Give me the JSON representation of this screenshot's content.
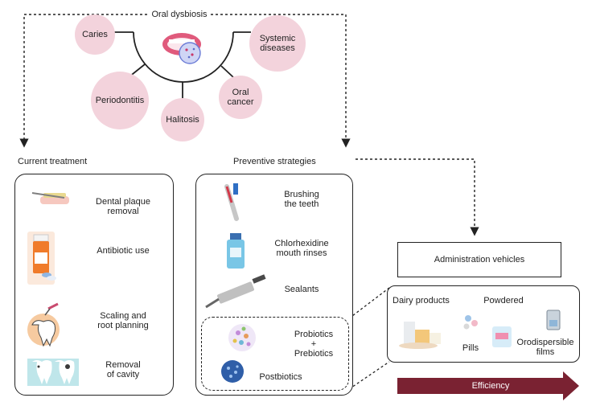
{
  "top": {
    "title": "Oral dysbiosis",
    "conditions": {
      "caries": "Caries",
      "systemic": [
        "Systemic",
        "diseases"
      ],
      "periodontitis": "Periodontitis",
      "halitosis": "Halitosis",
      "oral_cancer": [
        "Oral",
        "cancer"
      ]
    }
  },
  "current_treatment": {
    "heading": "Current treatment",
    "items": [
      {
        "lines": [
          "Dental plaque",
          "removal"
        ],
        "icon": "dental-plaque-scraper-icon"
      },
      {
        "lines": [
          "Antibiotic use"
        ],
        "icon": "pill-bottle-icon"
      },
      {
        "lines": [
          "Scaling and",
          "root planning"
        ],
        "icon": "tooth-scaling-icon"
      },
      {
        "lines": [
          "Removal",
          "of cavity"
        ],
        "icon": "teeth-cavity-icon"
      }
    ]
  },
  "preventive": {
    "heading": "Preventive strategies",
    "items": [
      {
        "lines": [
          "Brushing",
          "the teeth"
        ],
        "icon": "toothbrush-icon"
      },
      {
        "lines": [
          "Chlorhexidine",
          "mouth rinses"
        ],
        "icon": "mouthwash-bottle-icon"
      },
      {
        "lines": [
          "Sealants"
        ],
        "icon": "sealant-gun-icon"
      }
    ],
    "biotics": {
      "probiotics": "Probiotics",
      "plus": "+",
      "prebiotics": "Prebiotics",
      "postbiotics": "Postbiotics"
    }
  },
  "vehicles": {
    "heading": "Administration vehicles",
    "dairy": "Dairy products",
    "powdered": "Powdered",
    "pills": "Pills",
    "films": [
      "Orodispersible",
      "films"
    ]
  },
  "efficiency": "Efficiency",
  "colors": {
    "pink": "#f3d3dc",
    "arrow": "#7a2232",
    "line": "#222222"
  }
}
